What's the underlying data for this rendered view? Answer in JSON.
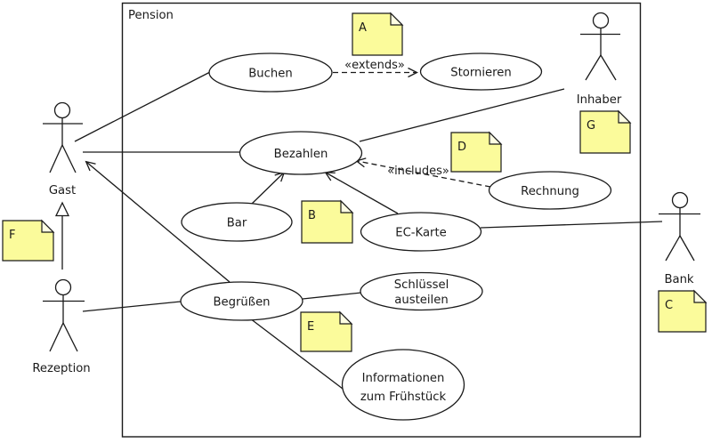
{
  "frame": {
    "title": "Pension"
  },
  "actors": {
    "gast": "Gast",
    "rezeption": "Rezeption",
    "inhaber": "Inhaber",
    "bank": "Bank"
  },
  "usecases": {
    "buchen": "Buchen",
    "stornieren": "Stornieren",
    "bezahlen": "Bezahlen",
    "bar": "Bar",
    "ec_karte": "EC-Karte",
    "rechnung": "Rechnung",
    "begruessen": "Begrüßen",
    "schluessel_austeilen_line1": "Schlüssel",
    "schluessel_austeilen_line2": "austeilen",
    "info_fruehstueck_line1": "Informationen",
    "info_fruehstueck_line2": "zum Frühstück"
  },
  "relations": {
    "extends_label": "«extends»",
    "includes_label": "«includes»"
  },
  "notes": {
    "a": "A",
    "b": "B",
    "c": "C",
    "d": "D",
    "e": "E",
    "f": "F",
    "g": "G"
  },
  "colors": {
    "note_fill": "#fbfb9b",
    "note_fold_fill": "#fefee3",
    "line": "#1a1a1a",
    "shape_fill": "#ffffff",
    "background": "#ffffff"
  }
}
